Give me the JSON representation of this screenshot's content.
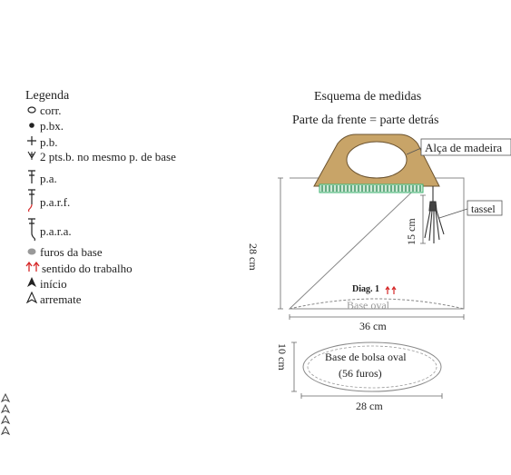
{
  "legend": {
    "title": "Legenda",
    "items": [
      {
        "icon": "circle-outline-icon",
        "label": "corr."
      },
      {
        "icon": "filled-dot-icon",
        "label": "p.bx."
      },
      {
        "icon": "plus-icon",
        "label": "p.b."
      },
      {
        "icon": "v-increase-icon",
        "label": "2 pts.b. no mesmo p. de base"
      },
      {
        "icon": "tall-t-icon",
        "label": "p.a."
      },
      {
        "icon": "front-post-icon",
        "label": "p.a.r.f."
      },
      {
        "icon": "back-post-icon",
        "label": "p.a.r.a."
      },
      {
        "icon": "gray-dot-icon",
        "label": "furos da base"
      },
      {
        "icon": "red-arrows-icon",
        "label": "sentido do trabalho"
      },
      {
        "icon": "filled-triangle-icon",
        "label": "início"
      },
      {
        "icon": "outline-triangle-icon",
        "label": "arremate"
      }
    ]
  },
  "diagram": {
    "title": "Esquema de medidas",
    "subtitle": "Parte da frente = parte detrás",
    "handle_label": "Alça de madeira",
    "tassel_label": "tassel",
    "height_label": "28 cm",
    "tassel_length_label": "15 cm",
    "diag_label": "Diag. 1",
    "base_oval_label": "Base oval",
    "width_label": "36 cm",
    "base_title": "Base de bolsa oval",
    "base_holes": "(56 furos)",
    "base_height_label": "10 cm",
    "base_width_label": "28 cm"
  },
  "colors": {
    "wood": "#c8a468",
    "green": "#3cb371",
    "red": "#d62828",
    "line": "#666666"
  }
}
